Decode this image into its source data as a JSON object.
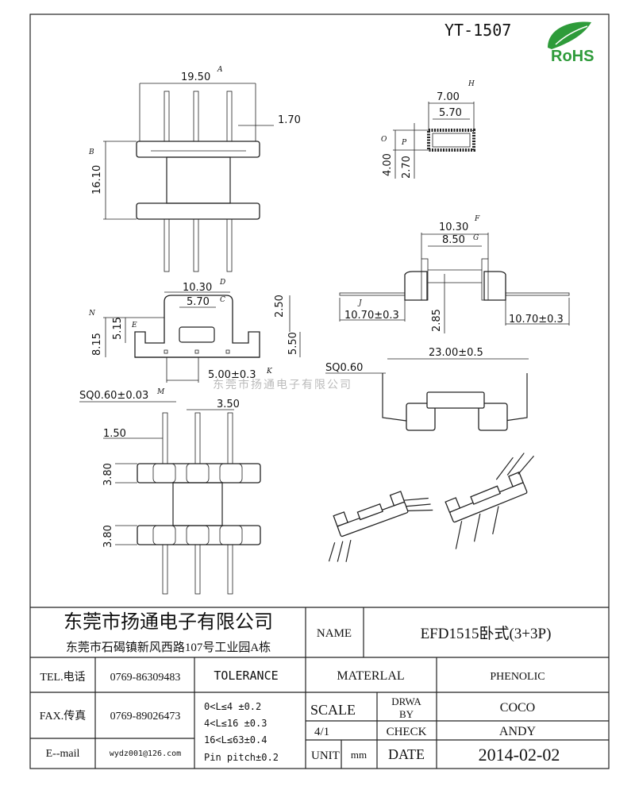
{
  "header": {
    "part_number": "YT-1507",
    "rohs_logo": "RoHS"
  },
  "watermark": "东莞市扬通电子有限公司",
  "dimensions": {
    "top_width": "19.50",
    "top_width_ref": "A",
    "pin_offset": "1.70",
    "height": "16.10",
    "height_ref": "B",
    "side_width": "10.30",
    "side_width_ref": "D",
    "window_width": "5.70",
    "window_width_ref": "C",
    "total_h": "8.15",
    "total_h_ref": "N",
    "window_h": "5.15",
    "window_h_ref": "E",
    "flange_top": "2.50",
    "flange_h": "5.50",
    "pin_pitch": "5.00±0.3",
    "pin_pitch_ref": "K",
    "pin_sq": "SQ0.60±0.03",
    "pin_sq_ref": "M",
    "pin_gap": "3.50",
    "pin_edge": "1.50",
    "pad_h1": "3.80",
    "pad_h2": "3.80",
    "core_outer": "7.00",
    "core_outer_ref": "H",
    "core_inner": "5.70",
    "core_h": "4.00",
    "core_h_ref": "O",
    "core_inner_h": "2.70",
    "core_inner_h_ref": "P",
    "front_width": "10.30",
    "front_width_ref": "F",
    "front_inner": "8.50",
    "front_inner_ref": "G",
    "lead_left": "10.70±0.3",
    "lead_left_ref": "J",
    "lead_right": "10.70±0.3",
    "standoff": "2.85",
    "lead_sq": "SQ0.60",
    "lead_span": "23.00±0.5"
  },
  "title_block": {
    "company": "东莞市扬通电子有限公司",
    "address": "东莞市石碣镇新风西路107号工业园A栋",
    "name_label": "NAME",
    "name_value": "EFD1515卧式(3+3P)",
    "tel_label": "TEL.电话",
    "tel_value": "0769-86309483",
    "fax_label": "FAX.传真",
    "fax_value": "0769-89026473",
    "email_label": "E--mail",
    "email_value": "wydz001@126.com",
    "tolerance_label": "TOLERANCE",
    "tolerance_lines": [
      "0<L≤4   ±0.2",
      "4<L≤16  ±0.3",
      "16<L≤63±0.4",
      "Pin pitch±0.2"
    ],
    "material_label": "MATERLAL",
    "material_value": "PHENOLIC",
    "scale_label": "SCALE",
    "scale_value": "4/1",
    "drawn_label_1": "DRWA",
    "drawn_label_2": "BY",
    "drawn_value": "COCO",
    "check_label": "CHECK",
    "check_value": "ANDY",
    "unit_label": "UNIT",
    "unit_value": "mm",
    "date_label": "DATE",
    "date_value": "2014-02-02"
  }
}
